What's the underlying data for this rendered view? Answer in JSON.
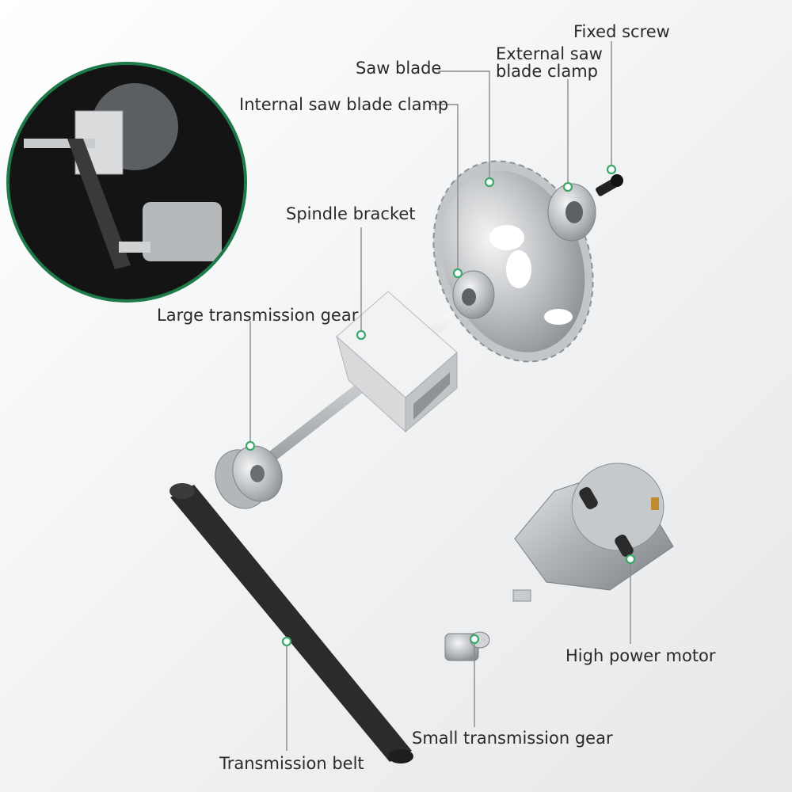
{
  "labels": {
    "fixed_screw": "Fixed screw",
    "saw_blade": "Saw blade",
    "external_clamp": "External saw blade clamp",
    "internal_clamp": "Internal saw blade clamp",
    "spindle_bracket": "Spindle bracket",
    "large_gear": "Large transmission gear",
    "high_power_motor": "High power motor",
    "small_gear": "Small transmission gear",
    "transmission_belt": "Transmission belt"
  },
  "colors": {
    "leader": "#8a8a8a",
    "marker": "#3aa86b",
    "inset_ring": "#1f7a4a",
    "metal": "#c8cacc",
    "belt": "#2b2b2b"
  }
}
